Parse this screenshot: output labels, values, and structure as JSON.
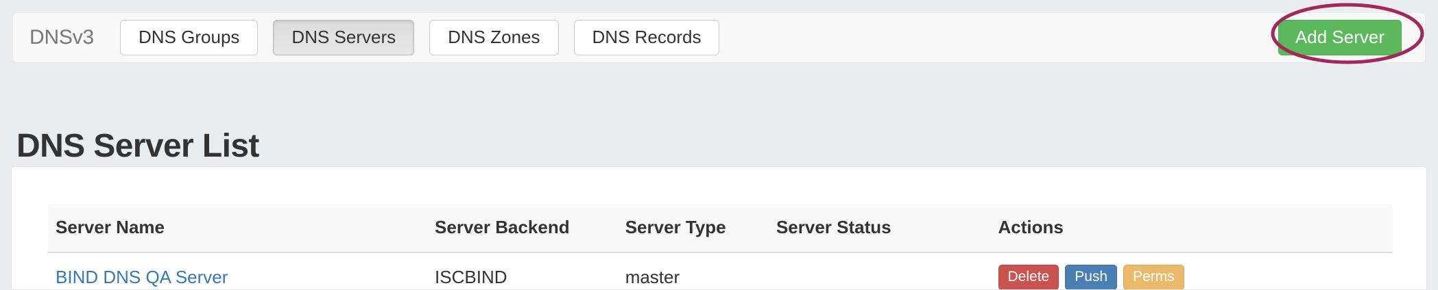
{
  "navbar": {
    "brand": "DNSv3",
    "tabs": [
      {
        "label": "DNS Groups",
        "active": false
      },
      {
        "label": "DNS Servers",
        "active": true
      },
      {
        "label": "DNS Zones",
        "active": false
      },
      {
        "label": "DNS Records",
        "active": false
      }
    ],
    "primary_action": {
      "label": "Add Server",
      "color": "#5cb85c"
    }
  },
  "annotation": {
    "shape": "ellipse",
    "color": "#a3285a",
    "target": "Add Server"
  },
  "page": {
    "title": "DNS Server List"
  },
  "table": {
    "columns": [
      "Server Name",
      "Server Backend",
      "Server Type",
      "Server Status",
      "Actions"
    ],
    "rows": [
      {
        "server_name": "BIND DNS QA Server",
        "server_backend": "ISCBIND",
        "server_type": "master",
        "server_status": "",
        "actions": [
          {
            "label": "Delete",
            "style": "danger",
            "color": "#c9534f"
          },
          {
            "label": "Push",
            "style": "primary",
            "color": "#4a7fb5"
          },
          {
            "label": "Perms",
            "style": "warning",
            "color": "#eab96a"
          }
        ]
      }
    ]
  }
}
